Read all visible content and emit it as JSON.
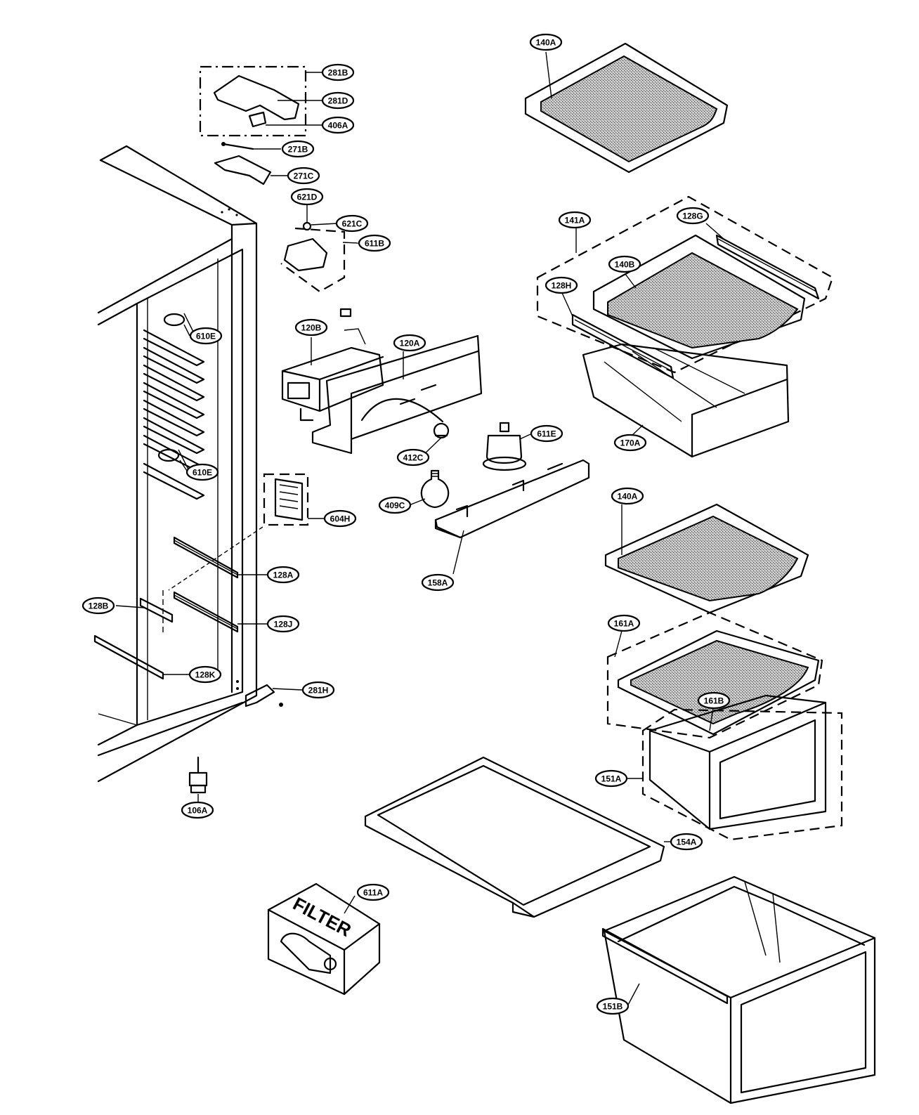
{
  "callouts": [
    {
      "id": "281B",
      "label": "281B"
    },
    {
      "id": "281D",
      "label": "281D"
    },
    {
      "id": "406A",
      "label": "406A"
    },
    {
      "id": "271B",
      "label": "271B"
    },
    {
      "id": "271C",
      "label": "271C"
    },
    {
      "id": "621D",
      "label": "621D"
    },
    {
      "id": "621C",
      "label": "621C"
    },
    {
      "id": "611B",
      "label": "611B"
    },
    {
      "id": "610E_top",
      "label": "610E"
    },
    {
      "id": "610E_bottom",
      "label": "610E"
    },
    {
      "id": "120B",
      "label": "120B"
    },
    {
      "id": "120A",
      "label": "120A"
    },
    {
      "id": "412C",
      "label": "412C"
    },
    {
      "id": "611E",
      "label": "611E"
    },
    {
      "id": "409C",
      "label": "409C"
    },
    {
      "id": "604H",
      "label": "604H"
    },
    {
      "id": "128A",
      "label": "128A"
    },
    {
      "id": "128B",
      "label": "128B"
    },
    {
      "id": "128J",
      "label": "128J"
    },
    {
      "id": "128K",
      "label": "128K"
    },
    {
      "id": "281H",
      "label": "281H"
    },
    {
      "id": "158A",
      "label": "158A"
    },
    {
      "id": "106A",
      "label": "106A"
    },
    {
      "id": "140A_top",
      "label": "140A"
    },
    {
      "id": "141A",
      "label": "141A"
    },
    {
      "id": "128G",
      "label": "128G"
    },
    {
      "id": "140B",
      "label": "140B"
    },
    {
      "id": "128H",
      "label": "128H"
    },
    {
      "id": "170A",
      "label": "170A"
    },
    {
      "id": "140A_mid",
      "label": "140A"
    },
    {
      "id": "161A",
      "label": "161A"
    },
    {
      "id": "161B",
      "label": "161B"
    },
    {
      "id": "151A",
      "label": "151A"
    },
    {
      "id": "154A",
      "label": "154A"
    },
    {
      "id": "611A",
      "label": "611A"
    },
    {
      "id": "151B",
      "label": "151B"
    }
  ],
  "filter_box": {
    "text": "FILTER"
  }
}
